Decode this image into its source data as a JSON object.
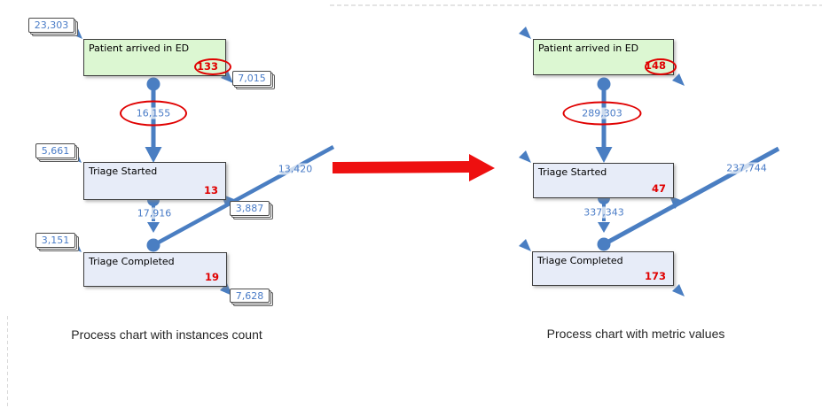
{
  "colors": {
    "flow_blue": "#4a7ec2",
    "label_blue": "#4a7cc7",
    "highlight_red": "#e00000",
    "node_green_fill": "#dcf7d2",
    "node_blue_fill": "#e7ecf8",
    "transform_arrow_red": "#ee1010"
  },
  "charts": [
    {
      "caption": "Process chart with instances count",
      "nodes": [
        {
          "label": "Patient arrived in ED",
          "count": "133"
        },
        {
          "label": "Triage Started",
          "count": "13"
        },
        {
          "label": "Triage Completed",
          "count": "19"
        }
      ],
      "edge_labels": {
        "arrived_to_started": "16,155",
        "started_to_completed": "17,916",
        "completed_outflow": "13,420"
      },
      "callouts": {
        "into_arrived": "23,303",
        "out_of_arrived": "7,015",
        "into_started": "5,661",
        "into_started_diagonal": "3,887",
        "into_completed": "3,151",
        "out_of_completed": "7,628"
      }
    },
    {
      "caption": "Process chart with metric values",
      "nodes": [
        {
          "label": "Patient arrived in ED",
          "count": "148"
        },
        {
          "label": "Triage Started",
          "count": "47"
        },
        {
          "label": "Triage Completed",
          "count": "173"
        }
      ],
      "edge_labels": {
        "arrived_to_started": "289,303",
        "started_to_completed": "337,343",
        "completed_outflow": "237,744"
      }
    }
  ]
}
